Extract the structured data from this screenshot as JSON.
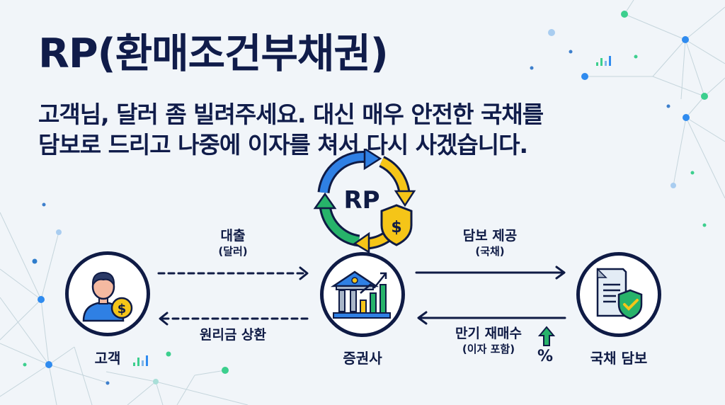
{
  "header": {
    "title": "RP(환매조건부채권)",
    "subtitle_line1": "고객님, 달러 좀 빌려주세요. 대신 매우 안전한 국채를",
    "subtitle_line2": "담보로 드리고 나중에 이자를 쳐서 다시 사겠습니다."
  },
  "center_badge": {
    "label": "RP",
    "icon": "cycle-arrows-icon",
    "shield_symbol": "$"
  },
  "nodes": [
    {
      "id": "customer",
      "label": "고객",
      "icon": "person-with-coin-icon"
    },
    {
      "id": "securities_firm",
      "label": "증권사",
      "icon": "bank-growth-chart-icon"
    },
    {
      "id": "collateral",
      "label": "국채 담보",
      "icon": "document-shield-check-icon"
    }
  ],
  "flows": [
    {
      "id": "loan",
      "from": "customer",
      "to": "securities_firm",
      "style": "dashed",
      "label": "대출",
      "sublabel": "(달러)"
    },
    {
      "id": "repayment",
      "from": "securities_firm",
      "to": "customer",
      "style": "dashed",
      "label": "원리금 상환"
    },
    {
      "id": "collateral_provide",
      "from": "securities_firm",
      "to": "collateral",
      "style": "solid",
      "label": "담보 제공",
      "sublabel": "(국채)"
    },
    {
      "id": "repurchase",
      "from": "collateral",
      "to": "securities_firm",
      "style": "solid",
      "label": "만기 재매수",
      "sublabel": "(이자 포함)",
      "badge": "%"
    }
  ],
  "colors": {
    "navy": "#0f1b45",
    "blue": "#2f80e4",
    "green": "#27b36a",
    "yellow": "#f5c518",
    "background": "#f1f5f9"
  }
}
